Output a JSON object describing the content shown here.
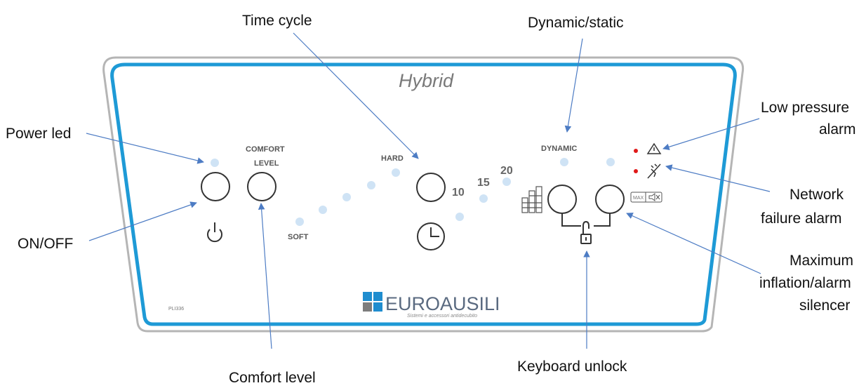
{
  "panel": {
    "model": "Hybrid",
    "code": "PLI336",
    "labels": {
      "comfort_1": "COMFORT",
      "comfort_2": "LEVEL",
      "soft": "SOFT",
      "hard": "HARD",
      "dynamic": "DYNAMIC",
      "max": "MAX"
    },
    "cycle_times": [
      "10",
      "15",
      "20"
    ],
    "brand": {
      "name": "EUROAUSILI",
      "tagline": "Sistemi e accessori antidecubito"
    }
  },
  "annotations": {
    "power_led": "Power led",
    "on_off": "ON/OFF",
    "comfort_level": "Comfort level",
    "time_cycle": "Time cycle",
    "dynamic_static": "Dynamic/static",
    "low_pressure_1": "Low pressure",
    "low_pressure_2": "alarm",
    "network_1": "Network",
    "network_2": "failure alarm",
    "max_1": "Maximum",
    "max_2": "inflation/alarm",
    "max_3": "silencer",
    "keyboard_unlock": "Keyboard unlock"
  },
  "colors": {
    "panel_border": "#1e9ad6",
    "panel_outline": "#b5b5b5",
    "led": "#cfe3f5",
    "alarm_led": "#e01919",
    "arrow": "#4d7cc4",
    "brand_blue": "#1f8dcf",
    "brand_gray": "#7d7d7d"
  }
}
